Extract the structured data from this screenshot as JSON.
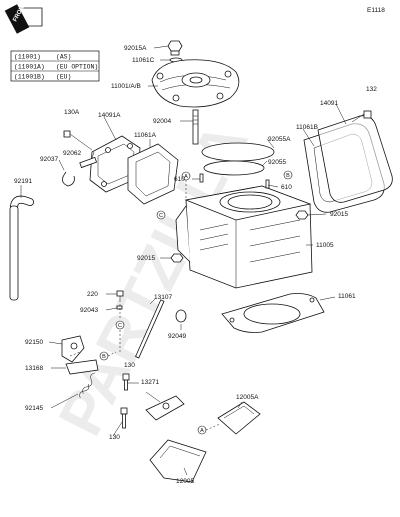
{
  "diagram_code": "E1118",
  "front_label": "FRONT",
  "watermark": "PARTZILLA",
  "legend": [
    {
      "code": "(11001)",
      "region": "(AS)"
    },
    {
      "code": "(11001A)",
      "region": "(EU OPTION)"
    },
    {
      "code": "(11001B)",
      "region": "(EU)"
    }
  ],
  "markers": {
    "a": "A",
    "b": "B",
    "c": "C"
  },
  "labels": [
    {
      "text": "92015A"
    },
    {
      "text": "11061C"
    },
    {
      "text": "11001/A/B"
    },
    {
      "text": "14091"
    },
    {
      "text": "132"
    },
    {
      "text": "130A"
    },
    {
      "text": "14091A"
    },
    {
      "text": "92004"
    },
    {
      "text": "11061B"
    },
    {
      "text": "11061A"
    },
    {
      "text": "92055A"
    },
    {
      "text": "92062"
    },
    {
      "text": "92037"
    },
    {
      "text": "92055"
    },
    {
      "text": "610"
    },
    {
      "text": "92191"
    },
    {
      "text": "610"
    },
    {
      "text": "92015"
    },
    {
      "text": "11005"
    },
    {
      "text": "92015"
    },
    {
      "text": "220"
    },
    {
      "text": "13107"
    },
    {
      "text": "11061"
    },
    {
      "text": "92043"
    },
    {
      "text": "92049"
    },
    {
      "text": "92150"
    },
    {
      "text": "13168"
    },
    {
      "text": "130"
    },
    {
      "text": "13271"
    },
    {
      "text": "12005A"
    },
    {
      "text": "92145"
    },
    {
      "text": "130"
    },
    {
      "text": "12005"
    }
  ]
}
